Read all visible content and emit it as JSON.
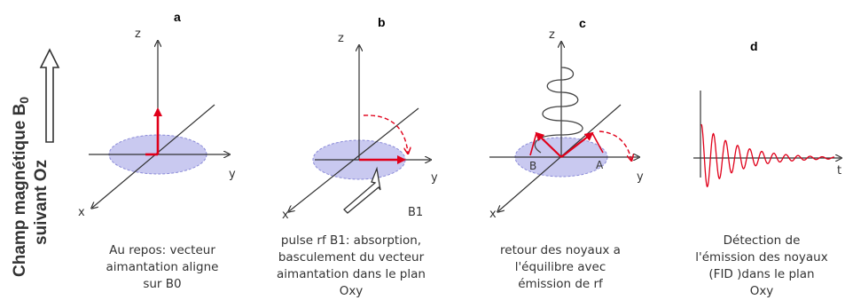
{
  "side_label": {
    "line1": "Champ magnétique B",
    "subscript": "0",
    "line2": "suivant Oz"
  },
  "panels": [
    {
      "letter": "a",
      "caption": [
        "Au repos: vecteur",
        "aimantation aligne",
        "sur B0"
      ]
    },
    {
      "letter": "b",
      "caption": [
        "pulse rf B1: absorption,",
        "basculement du vecteur",
        "aimantation dans le plan",
        "Oxy"
      ],
      "b1_label": "B1"
    },
    {
      "letter": "c",
      "caption": [
        "retour des noyaux a",
        "l'équilibre avec",
        "émission de rf"
      ],
      "point_b": "B",
      "point_a": "A"
    },
    {
      "letter": "d",
      "caption": [
        "Détection de",
        "l'émission des noyaux",
        "(FID )dans le plan",
        "Oxy"
      ]
    }
  ],
  "axes": {
    "z": "z",
    "y": "y",
    "x": "x",
    "t": "t"
  },
  "colors": {
    "vector": "#e0001a",
    "plane_fill": "#c9c9f0",
    "plane_stroke": "#8a8ad8",
    "axis": "#333333",
    "spiral": "#444444"
  }
}
